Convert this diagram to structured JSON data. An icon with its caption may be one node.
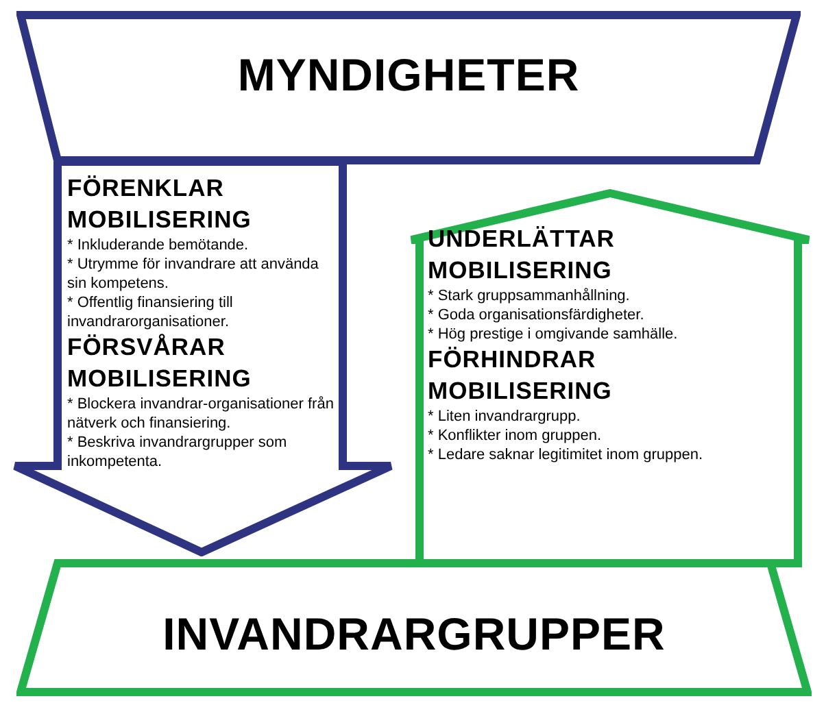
{
  "diagram": {
    "nodes": [
      {
        "text": [
          "MYNDIGHETER"
        ]
      },
      {
        "text": [
          "FÖRENKLAR MOBILISERING",
          "* Inkluderande bemötande.",
          "* Utrymme för invandrare att använda sin kompetens.",
          "* Offentlig finansiering till invandrarorganisationer.",
          "FÖRSVÅRAR MOBILISERING",
          "* Blockera invandrar-organisationer från nätverk och finansiering.",
          "* Beskriva invandrargrupper som inkompetenta."
        ]
      },
      {
        "text": [
          "UNDERLÄTTAR MOBILISERING",
          "* Stark gruppsammanhållning.",
          "* Goda organisationsfärdigheter.",
          "* Hög prestige i omgivande samhälle.",
          "FÖRHINDRAR MOBILISERING",
          "* Liten invandrargrupp.",
          "* Konflikter inom gruppen.",
          "* Ledare saknar legitimitet inom gruppen."
        ]
      },
      {
        "text": [
          "INVANDRARGRUPPER"
        ]
      }
    ]
  }
}
